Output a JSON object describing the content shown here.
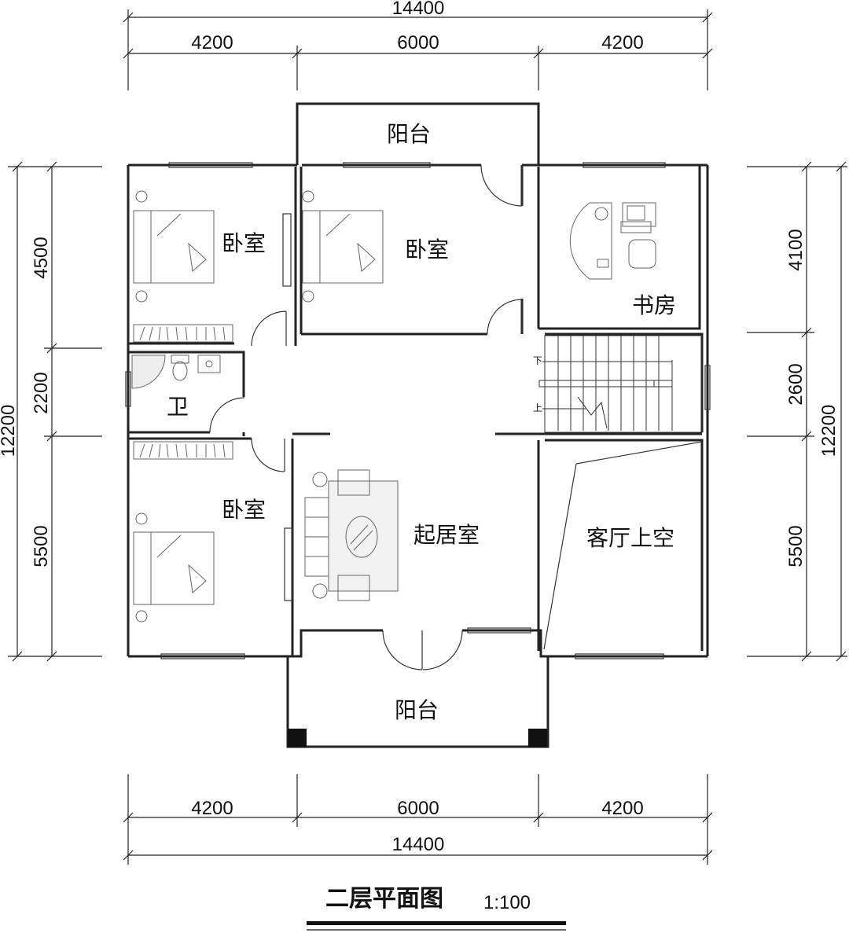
{
  "dimensions": {
    "top_total": "14400",
    "top_segments": [
      "4200",
      "6000",
      "4200"
    ],
    "bottom_total": "14400",
    "bottom_segments": [
      "4200",
      "6000",
      "4200"
    ],
    "left_total": "12200",
    "left_segments": [
      "4500",
      "2200",
      "5500"
    ],
    "right_total": "12200",
    "right_segments": [
      "4100",
      "2600",
      "5500"
    ]
  },
  "rooms": {
    "balcony_top": "阳台",
    "bedroom_1": "卧室",
    "bedroom_2": "卧室",
    "study": "书房",
    "bathroom": "卫",
    "bedroom_3": "卧室",
    "family_room": "起居室",
    "living_void": "客厅上空",
    "balcony_bottom": "阳台"
  },
  "stairs": {
    "down": "下",
    "up": "上"
  },
  "footer": {
    "title": "二层平面图",
    "scale": "1:100"
  }
}
